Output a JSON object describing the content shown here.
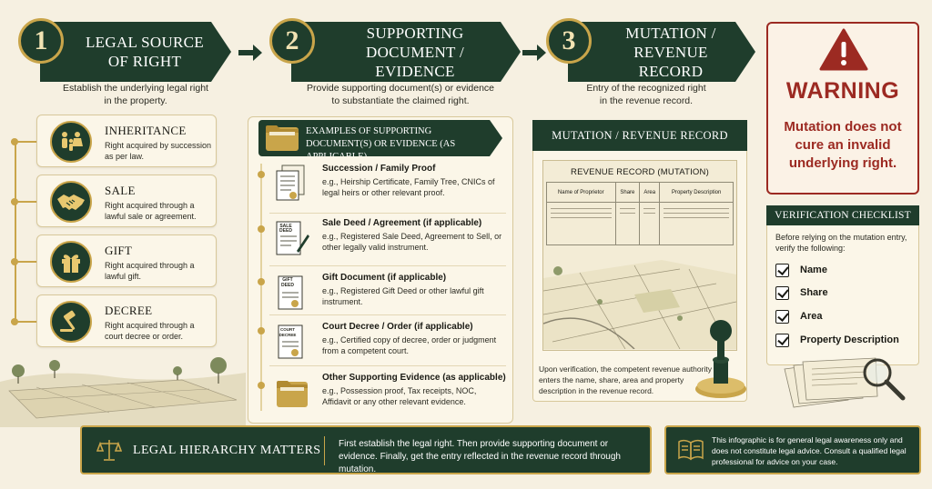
{
  "steps": [
    {
      "number": "1",
      "title_line1": "LEGAL SOURCE",
      "title_line2": "OF RIGHT",
      "desc_line1": "Establish the underlying legal right",
      "desc_line2": "in the property."
    },
    {
      "number": "2",
      "title_line1": "SUPPORTING DOCUMENT /",
      "title_line2": "EVIDENCE",
      "desc_line1": "Provide supporting document(s) or evidence",
      "desc_line2": "to substantiate the claimed right."
    },
    {
      "number": "3",
      "title_line1": "MUTATION /",
      "title_line2": "REVENUE RECORD",
      "desc_line1": "Entry of the recognized right",
      "desc_line2": "in the revenue record."
    }
  ],
  "sources": [
    {
      "title": "INHERITANCE",
      "desc": "Right acquired by succession as per law.",
      "icon": "family-icon"
    },
    {
      "title": "SALE",
      "desc": "Right acquired through a lawful sale or agreement.",
      "icon": "handshake-icon"
    },
    {
      "title": "GIFT",
      "desc": "Right acquired through a lawful gift.",
      "icon": "gift-icon"
    },
    {
      "title": "DECREE",
      "desc": "Right acquired through a court decree or order.",
      "icon": "gavel-icon"
    }
  ],
  "evidence": {
    "header": "EXAMPLES OF SUPPORTING DOCUMENT(S) OR EVIDENCE (AS APPLICABLE)",
    "items": [
      {
        "title": "Succession / Family Proof",
        "desc": "e.g., Heirship Certificate, Family Tree, CNICs of legal heirs or other relevant proof.",
        "doc_label": ""
      },
      {
        "title": "Sale Deed / Agreement (if applicable)",
        "desc": "e.g., Registered Sale Deed, Agreement to Sell, or other legally valid instrument.",
        "doc_label": "SALE DEED"
      },
      {
        "title": "Gift Document (if applicable)",
        "desc": "e.g., Registered Gift Deed or other lawful gift instrument.",
        "doc_label": "GIFT DEED"
      },
      {
        "title": "Court Decree / Order (if applicable)",
        "desc": "e.g., Certified copy of decree, order or judgment from a competent court.",
        "doc_label": "COURT DECREE"
      },
      {
        "title": "Other Supporting Evidence (as applicable)",
        "desc": "e.g., Possession proof, Tax receipts, NOC, Affidavit or any other relevant evidence.",
        "doc_label": ""
      }
    ]
  },
  "mutation": {
    "header": "MUTATION / REVENUE RECORD",
    "record_title": "REVENUE RECORD (MUTATION)",
    "columns": [
      "Name of Proprietor",
      "Share",
      "Area",
      "Property Description"
    ],
    "note": "Upon verification, the competent revenue authority enters the name, share, area and property description in the revenue record."
  },
  "warning": {
    "title": "WARNING",
    "message": "Mutation does not cure an invalid underlying right."
  },
  "checklist": {
    "header": "VERIFICATION CHECKLIST",
    "intro": "Before relying on the mutation entry, verify the following:",
    "items": [
      "Name",
      "Share",
      "Area",
      "Property Description"
    ]
  },
  "hierarchy": {
    "title": "LEGAL HIERARCHY MATTERS",
    "desc": "First establish the legal right. Then provide supporting document or evidence. Finally, get the entry reflected in the revenue record through mutation."
  },
  "disclaimer": "This infographic is for general legal awareness only and does not constitute legal advice. Consult a qualified legal professional for advice on your case.",
  "colors": {
    "primary": "#1f3d2c",
    "gold": "#c9a54a",
    "warning": "#9c2a22",
    "paper": "#f6f0e1"
  }
}
